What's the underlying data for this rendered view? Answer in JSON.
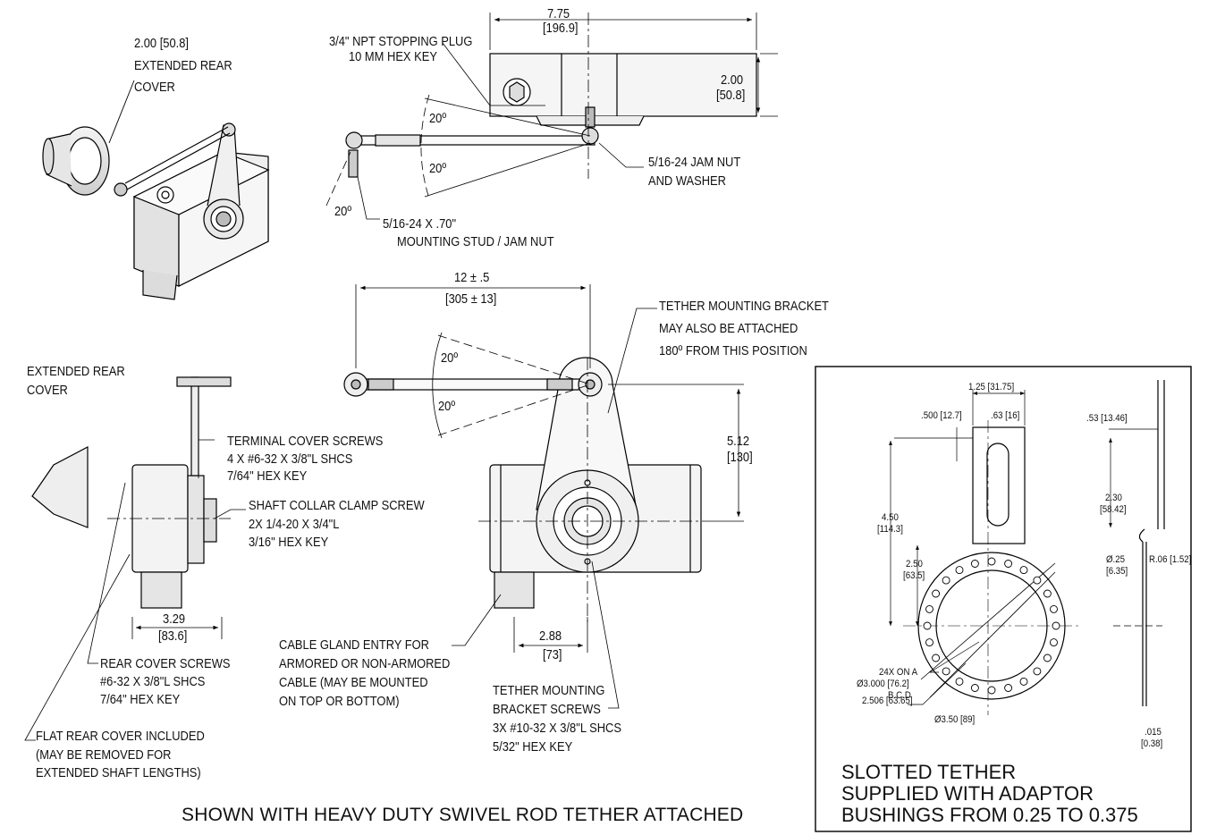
{
  "iso_view": {
    "ext_cover_dim": "2.00 [50.8]",
    "ext_cover_label": [
      "EXTENDED REAR",
      "COVER"
    ]
  },
  "top_view": {
    "width_in": "7.75",
    "width_mm": "[196.9]",
    "height_in": "2.00",
    "height_mm": "[50.8]",
    "plug_label": [
      "3/4\" NPT STOPPING PLUG",
      "10 MM HEX KEY"
    ],
    "angle_top": "20º",
    "angle_bottom": "20º",
    "angle_stud": "20º",
    "jam_nut_label": [
      "5/16-24 JAM NUT",
      "AND WASHER"
    ],
    "stud_label": [
      "5/16-24 X .70\"",
      "MOUNTING STUD / JAM NUT"
    ]
  },
  "side_view": {
    "ext_cover_label": [
      "EXTENDED REAR",
      "COVER"
    ],
    "terminal_label": [
      "TERMINAL COVER SCREWS",
      "4 X #6-32 X 3/8\"L SHCS",
      "7/64\" HEX KEY"
    ],
    "collar_label": [
      "SHAFT COLLAR CLAMP SCREW",
      "2X 1/4-20 X 3/4\"L",
      "3/16\" HEX KEY"
    ],
    "width_in": "3.29",
    "width_mm": "[83.6]",
    "rear_screws_label": [
      "REAR COVER SCREWS",
      "#6-32 X 3/8\"L SHCS",
      "7/64\" HEX KEY"
    ],
    "flat_cover_label": [
      "FLAT REAR COVER INCLUDED",
      "(MAY BE REMOVED FOR",
      "EXTENDED SHAFT LENGTHS)"
    ]
  },
  "front_view": {
    "length_dim": "12 ± .5",
    "length_mm": "[305 ± 13]",
    "bracket_label": [
      "TETHER MOUNTING BRACKET",
      "MAY ALSO BE ATTACHED",
      "180º FROM THIS POSITION"
    ],
    "angle_top": "20º",
    "angle_bottom": "20º",
    "height_in": "5.12",
    "height_mm": "[130]",
    "offset_in": "2.88",
    "offset_mm": "[73]",
    "gland_label": [
      "CABLE GLAND ENTRY FOR",
      "ARMORED OR NON-ARMORED",
      "CABLE (MAY BE MOUNTED",
      "ON TOP OR BOTTOM)"
    ],
    "bracket_screws_label": [
      "TETHER MOUNTING",
      "BRACKET SCREWS",
      "3X #10-32 X 3/8\"L SHCS",
      "5/32\" HEX KEY"
    ]
  },
  "caption": "SHOWN WITH HEAVY DUTY SWIVEL ROD TETHER ATTACHED",
  "detail": {
    "dim_width": "1.25 [31.75]",
    "dim_500": ".500 [12.7]",
    "dim_63": ".63 [16]",
    "dim_53": ".53 [13.46]",
    "dim_450": [
      "4.50",
      "[114.3]"
    ],
    "dim_230": [
      "2.30",
      "[58.42]"
    ],
    "dim_250": [
      "2.50",
      "[63.5]"
    ],
    "dim_dia25": [
      "Ø.25",
      "[6.35]"
    ],
    "dim_r06": "R.06 [1.52]",
    "bcd_label": [
      "24X ON A",
      "Ø3.000 [76.2]",
      "B.C.D"
    ],
    "dim_2506": "2.506 [63.65]",
    "dim_dia350": "Ø3.50 [89]",
    "dim_015": [
      ".015",
      "[0.38]"
    ],
    "title": [
      "SLOTTED TETHER",
      "SUPPLIED WITH ADAPTOR",
      "BUSHINGS FROM 0.25 TO 0.375"
    ]
  }
}
